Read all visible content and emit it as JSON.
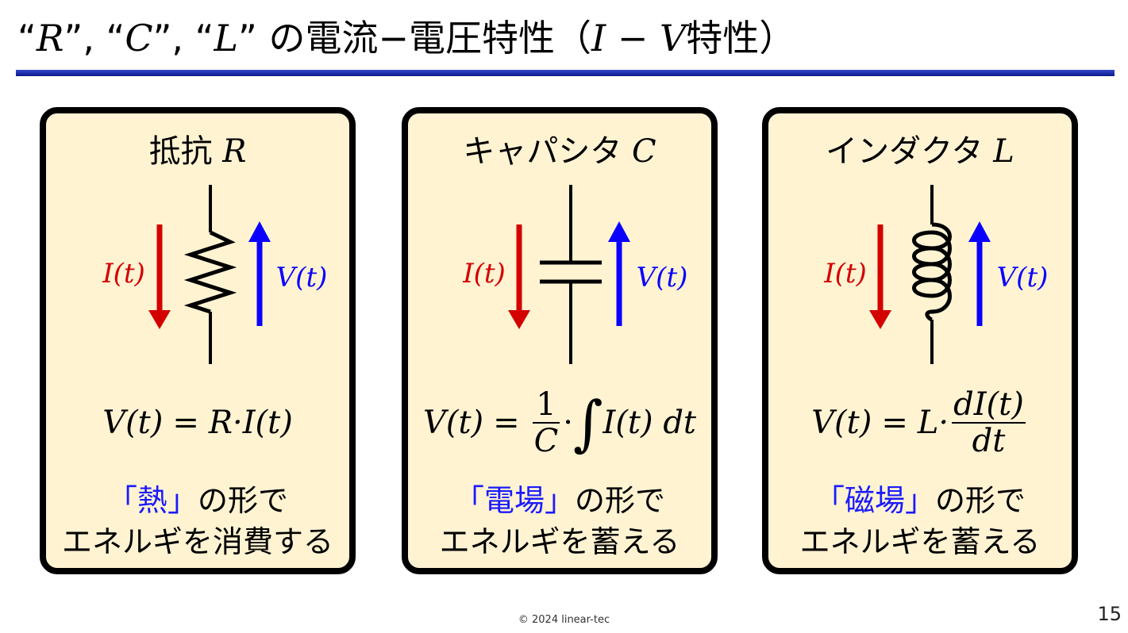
{
  "header": {
    "title_parts": [
      "“",
      "R",
      "”, “",
      "C",
      "”, “",
      "L",
      "” の電流−電圧特性（",
      "I − V",
      "特性）"
    ]
  },
  "cards": [
    {
      "name": "resistor",
      "title": "抵抗",
      "symbol": "R",
      "current_label": "I(t)",
      "voltage_label": "V(t)",
      "equation": {
        "lhs": "V(t)",
        "eq": "=",
        "rhs": "R·I(t)"
      },
      "desc_line1_prefix": "「",
      "desc_line1_highlight": "熱",
      "desc_line1_suffix": "」の形で",
      "desc_line2": "エネルギを消費する"
    },
    {
      "name": "capacitor",
      "title": "キャパシタ",
      "symbol": "C",
      "current_label": "I(t)",
      "voltage_label": "V(t)",
      "equation": {
        "lhs": "V(t)",
        "eq": "=",
        "frac_num": "1",
        "frac_den": "C",
        "dot": "·",
        "integral": "∫",
        "rhs": "I(t) dt"
      },
      "desc_line1_prefix": "「",
      "desc_line1_highlight": "電場",
      "desc_line1_suffix": "」の形で",
      "desc_line2": "エネルギを蓄える"
    },
    {
      "name": "inductor",
      "title": "インダクタ",
      "symbol": "L",
      "current_label": "I(t)",
      "voltage_label": "V(t)",
      "equation": {
        "lhs": "V(t)",
        "eq": "=",
        "coef": "L·",
        "frac_num": "dI(t)",
        "frac_den": "dt"
      },
      "desc_line1_prefix": "「",
      "desc_line1_highlight": "磁場",
      "desc_line1_suffix": "」の形で",
      "desc_line2": "エネルギを蓄える"
    }
  ],
  "footer": {
    "copyright": "© 2024 linear-tec",
    "page_number": "15"
  },
  "colors": {
    "current": "#d40000",
    "voltage": "#0a00ff",
    "card_bg": "#fff3d2",
    "rule": "#1a2aa8",
    "highlight": "#1a1aff"
  }
}
